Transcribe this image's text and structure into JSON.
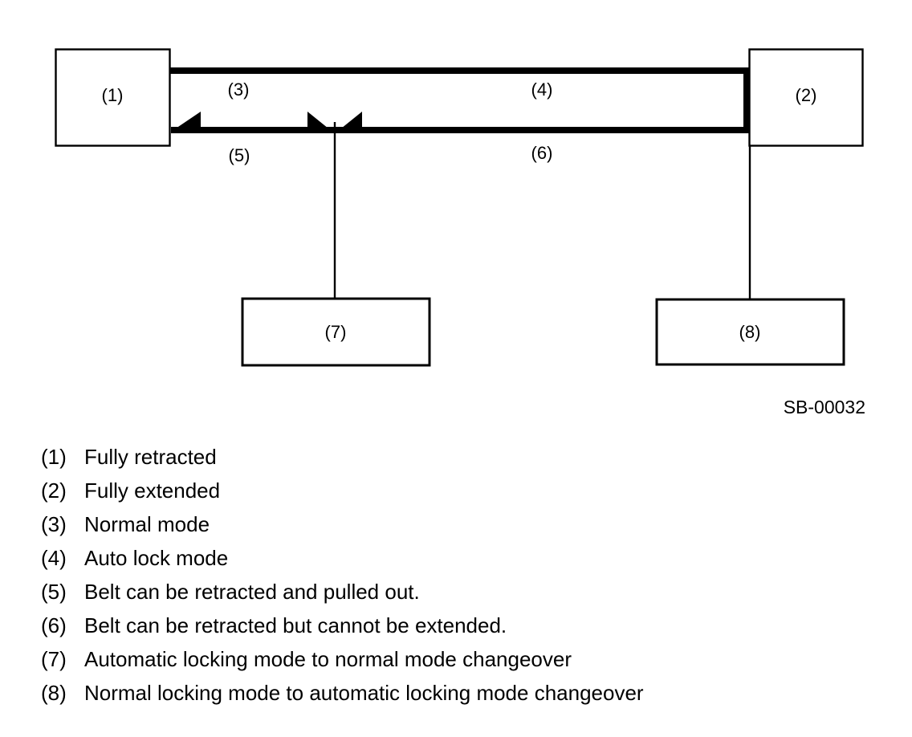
{
  "page": {
    "background_color": "#ffffff",
    "line_color": "#000000"
  },
  "diagram": {
    "figure_id": "SB-00032",
    "labels": {
      "fully_retracted": "(1)",
      "fully_extended": "(2)",
      "normal_mode": "(3)",
      "auto_lock_mode": "(4)",
      "belt_retract_pullout": "(5)",
      "belt_retract_no_extend": "(6)",
      "auto_to_normal_changeover": "(7)",
      "normal_to_auto_changeover": "(8)"
    }
  },
  "legend": {
    "items": [
      {
        "number": "(1)",
        "text": "Fully retracted"
      },
      {
        "number": "(2)",
        "text": "Fully extended"
      },
      {
        "number": "(3)",
        "text": "Normal mode"
      },
      {
        "number": "(4)",
        "text": "Auto lock mode"
      },
      {
        "number": "(5)",
        "text": "Belt can be retracted and pulled out."
      },
      {
        "number": "(6)",
        "text": "Belt can be retracted but cannot be extended."
      },
      {
        "number": "(7)",
        "text": "Automatic locking mode to normal mode changeover"
      },
      {
        "number": "(8)",
        "text": "Normal locking mode to automatic locking mode changeover"
      }
    ]
  }
}
